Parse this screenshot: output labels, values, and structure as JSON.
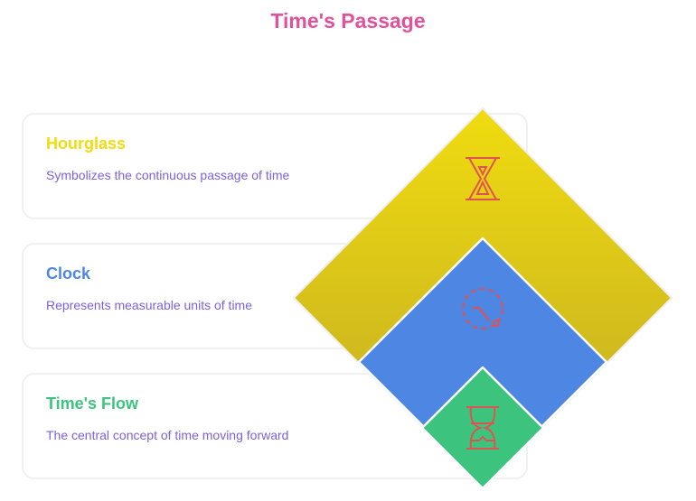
{
  "title": "Time's Passage",
  "items": [
    {
      "title": "Hourglass",
      "description": "Symbolizes the continuous passage of time",
      "color": "#f0dc0f",
      "icon": "hourglass-icon"
    },
    {
      "title": "Clock",
      "description": "Represents measurable units of time",
      "color": "#4e87e3",
      "icon": "clock-icon"
    },
    {
      "title": "Time's Flow",
      "description": "The central concept of time moving forward",
      "color": "#3cc47f",
      "icon": "hourglass-flow-icon"
    }
  ],
  "colors": {
    "title": "#e0529c",
    "description": "#7b62e0",
    "icon": "#e05353"
  }
}
